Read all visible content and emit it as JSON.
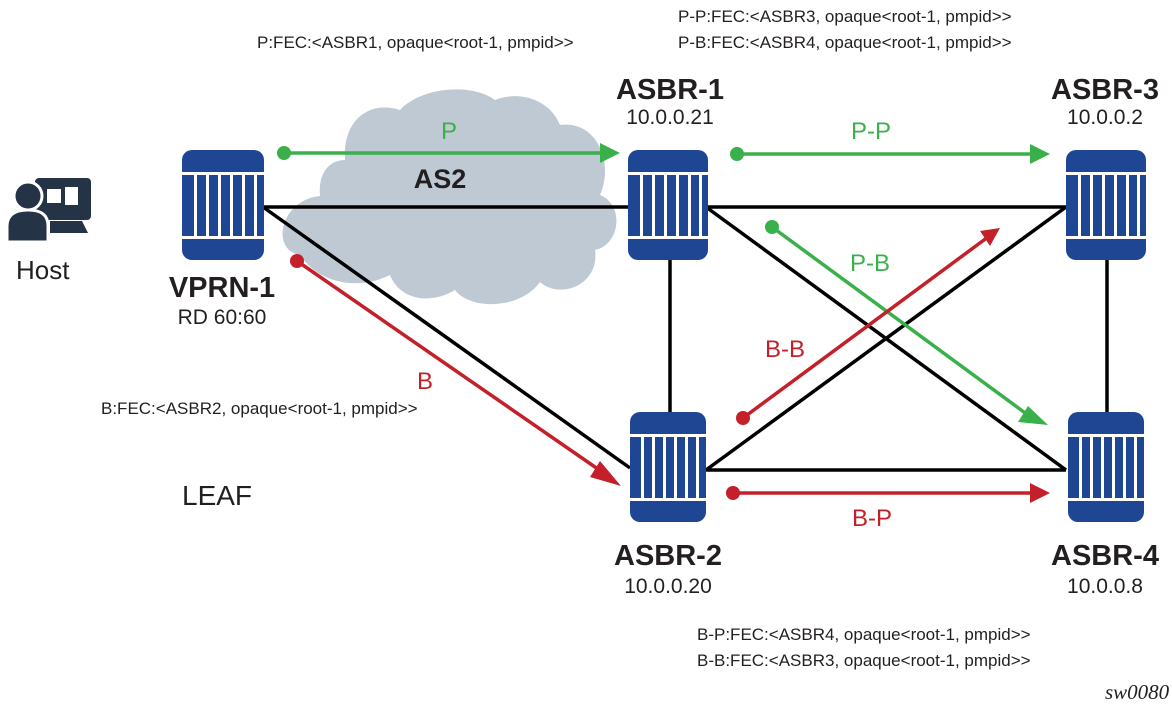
{
  "colors": {
    "router": "#1f4693",
    "link": "#000000",
    "cloud": "#bfc9d4",
    "primary_flow": "#3ab04a",
    "backup_flow": "#c4202a",
    "host_icon": "#253346",
    "text": "#231f20"
  },
  "host": {
    "label": "Host",
    "icon": "host-user-monitor-icon"
  },
  "cloud": {
    "label": "AS2"
  },
  "leaf": {
    "label": "LEAF"
  },
  "nodes": {
    "vprn1": {
      "name": "VPRN-1",
      "detail": "RD 60:60"
    },
    "asbr1": {
      "name": "ASBR-1",
      "detail": "10.0.0.21"
    },
    "asbr2": {
      "name": "ASBR-2",
      "detail": "10.0.0.20"
    },
    "asbr3": {
      "name": "ASBR-3",
      "detail": "10.0.0.2"
    },
    "asbr4": {
      "name": "ASBR-4",
      "detail": "10.0.0.8"
    }
  },
  "flows": {
    "p": {
      "label": "P",
      "type": "primary",
      "from": "VPRN-1",
      "to": "ASBR-1"
    },
    "b": {
      "label": "B",
      "type": "backup",
      "from": "VPRN-1",
      "to": "ASBR-2"
    },
    "pp": {
      "label": "P-P",
      "type": "primary",
      "from": "ASBR-1",
      "to": "ASBR-3"
    },
    "pb": {
      "label": "P-B",
      "type": "primary",
      "from": "ASBR-1",
      "to": "ASBR-4"
    },
    "bb": {
      "label": "B-B",
      "type": "backup",
      "from": "ASBR-2",
      "to": "ASBR-3"
    },
    "bp": {
      "label": "B-P",
      "type": "backup",
      "from": "ASBR-2",
      "to": "ASBR-4"
    }
  },
  "fec_labels": {
    "p": "P:FEC:<ASBR1, opaque<root-1, pmpid>>",
    "pp": "P-P:FEC:<ASBR3, opaque<root-1, pmpid>>",
    "pb": "P-B:FEC:<ASBR4, opaque<root-1, pmpid>>",
    "b": "B:FEC:<ASBR2, opaque<root-1, pmpid>>",
    "bp": "B-P:FEC:<ASBR4, opaque<root-1, pmpid>>",
    "bb": "B-B:FEC:<ASBR3, opaque<root-1, pmpid>>"
  },
  "links": [
    [
      "VPRN-1",
      "ASBR-1"
    ],
    [
      "VPRN-1",
      "ASBR-2"
    ],
    [
      "ASBR-1",
      "ASBR-2"
    ],
    [
      "ASBR-1",
      "ASBR-3"
    ],
    [
      "ASBR-1",
      "ASBR-4"
    ],
    [
      "ASBR-2",
      "ASBR-3"
    ],
    [
      "ASBR-2",
      "ASBR-4"
    ],
    [
      "ASBR-3",
      "ASBR-4"
    ]
  ],
  "figure_id": "sw0080"
}
